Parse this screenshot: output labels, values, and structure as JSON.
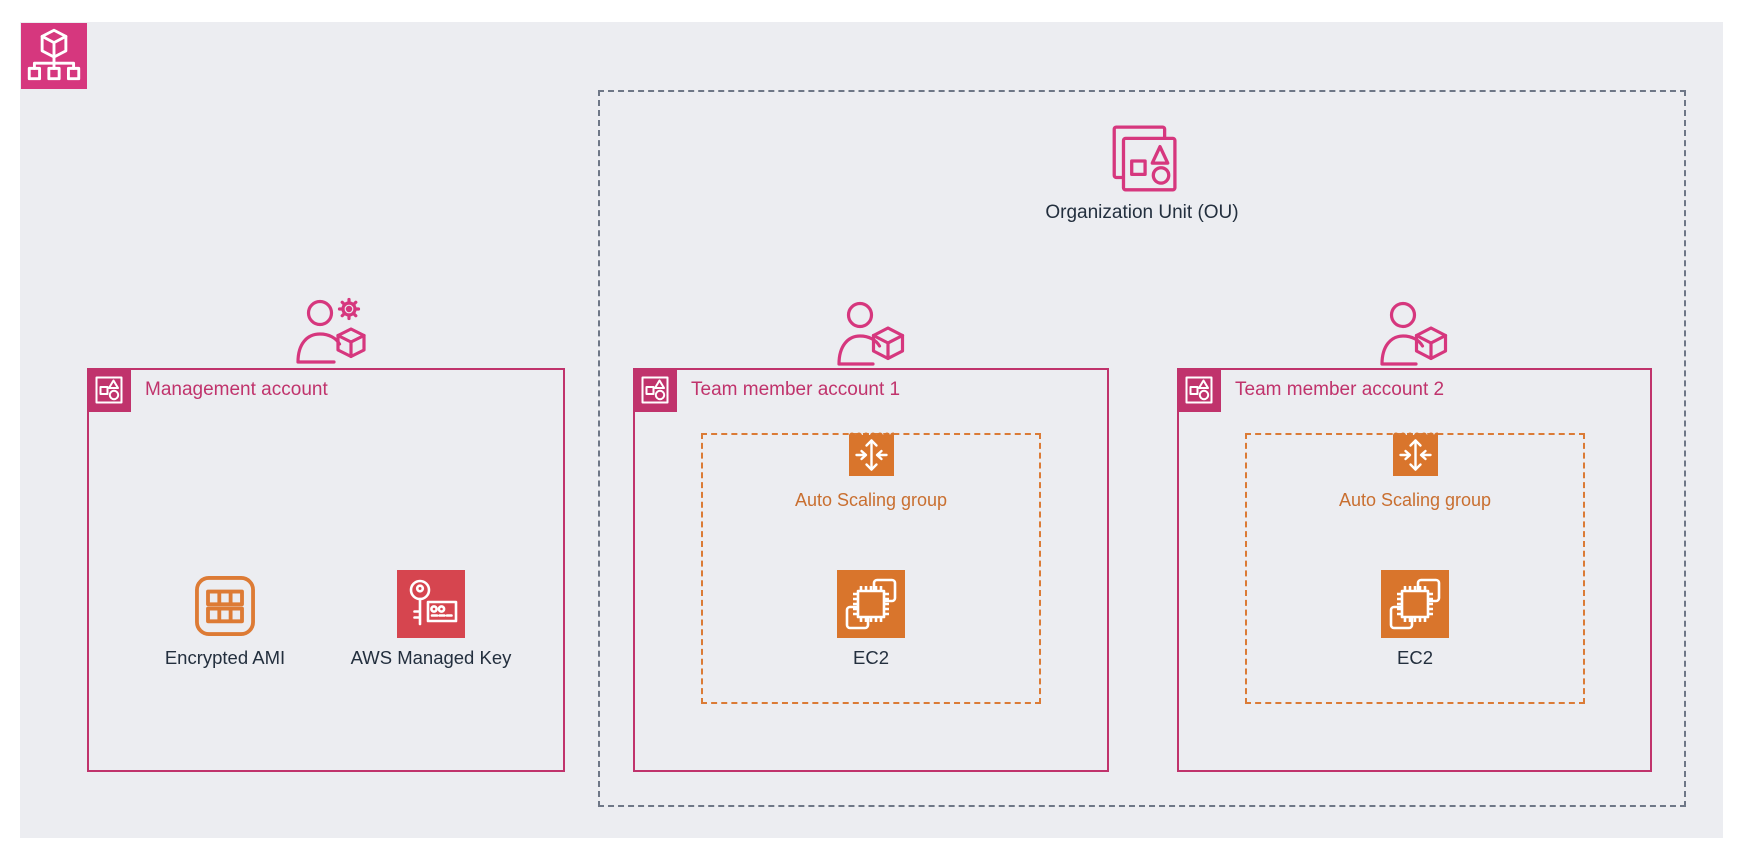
{
  "colors": {
    "canvas_bg": "#ECEDF1",
    "pink_border": "#C0336C",
    "pink_icon": "#D6377E",
    "orange_fill": "#D9752C",
    "orange_stroke": "#DD7B35",
    "orange_text": "#C96F30",
    "red_fill": "#D6454F",
    "dark_text": "#232F3E",
    "ou_dash": "#6E7787"
  },
  "icons": {
    "top_left": "aws-organizations-icon",
    "ou": "organization-unit-icon",
    "account_badge": "aws-account-icon",
    "management_person": "admin-user-with-gear-and-cube-icon",
    "team_person": "user-with-cube-icon",
    "ami": "encrypted-ami-icon",
    "key": "aws-managed-key-icon",
    "asg": "auto-scaling-group-icon",
    "ec2": "ec2-icon"
  },
  "ou": {
    "label": "Organization Unit (OU)"
  },
  "management_account": {
    "label": "Management account",
    "items": [
      {
        "label": "Encrypted AMI"
      },
      {
        "label": "AWS Managed Key"
      }
    ]
  },
  "team_accounts": [
    {
      "label": "Team member account 1",
      "auto_scaling_group": {
        "label": "Auto Scaling group"
      },
      "ec2": {
        "label": "EC2"
      }
    },
    {
      "label": "Team member account 2",
      "auto_scaling_group": {
        "label": "Auto Scaling group"
      },
      "ec2": {
        "label": "EC2"
      }
    }
  ]
}
